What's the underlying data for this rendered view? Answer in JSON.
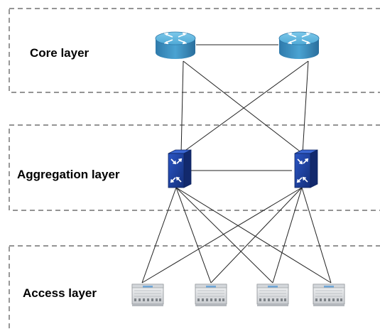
{
  "layers": {
    "core": {
      "label": "Core layer"
    },
    "aggregation": {
      "label": "Aggregation layer"
    },
    "access": {
      "label": "Access layer"
    }
  },
  "devices": {
    "core": [
      {
        "id": "core-router-1",
        "icon": "router-icon"
      },
      {
        "id": "core-router-2",
        "icon": "router-icon"
      }
    ],
    "aggregation": [
      {
        "id": "agg-switch-1",
        "icon": "layer3-switch-icon"
      },
      {
        "id": "agg-switch-2",
        "icon": "layer3-switch-icon"
      }
    ],
    "access": [
      {
        "id": "access-switch-1",
        "icon": "access-switch-icon"
      },
      {
        "id": "access-switch-2",
        "icon": "access-switch-icon"
      },
      {
        "id": "access-switch-3",
        "icon": "access-switch-icon"
      },
      {
        "id": "access-switch-4",
        "icon": "access-switch-icon"
      }
    ]
  },
  "connections": [
    [
      "core-router-1",
      "core-router-2"
    ],
    [
      "core-router-1",
      "agg-switch-1"
    ],
    [
      "core-router-1",
      "agg-switch-2"
    ],
    [
      "core-router-2",
      "agg-switch-1"
    ],
    [
      "core-router-2",
      "agg-switch-2"
    ],
    [
      "agg-switch-1",
      "agg-switch-2"
    ],
    [
      "agg-switch-1",
      "access-switch-1"
    ],
    [
      "agg-switch-1",
      "access-switch-2"
    ],
    [
      "agg-switch-1",
      "access-switch-3"
    ],
    [
      "agg-switch-1",
      "access-switch-4"
    ],
    [
      "agg-switch-2",
      "access-switch-1"
    ],
    [
      "agg-switch-2",
      "access-switch-2"
    ],
    [
      "agg-switch-2",
      "access-switch-3"
    ],
    [
      "agg-switch-2",
      "access-switch-4"
    ]
  ],
  "colors": {
    "router_body": "#3f8fbf",
    "router_top": "#5fb6de",
    "switch_body": "#1d3f9a",
    "access_body": "#e4e6e9",
    "zone_border": "#555555"
  }
}
